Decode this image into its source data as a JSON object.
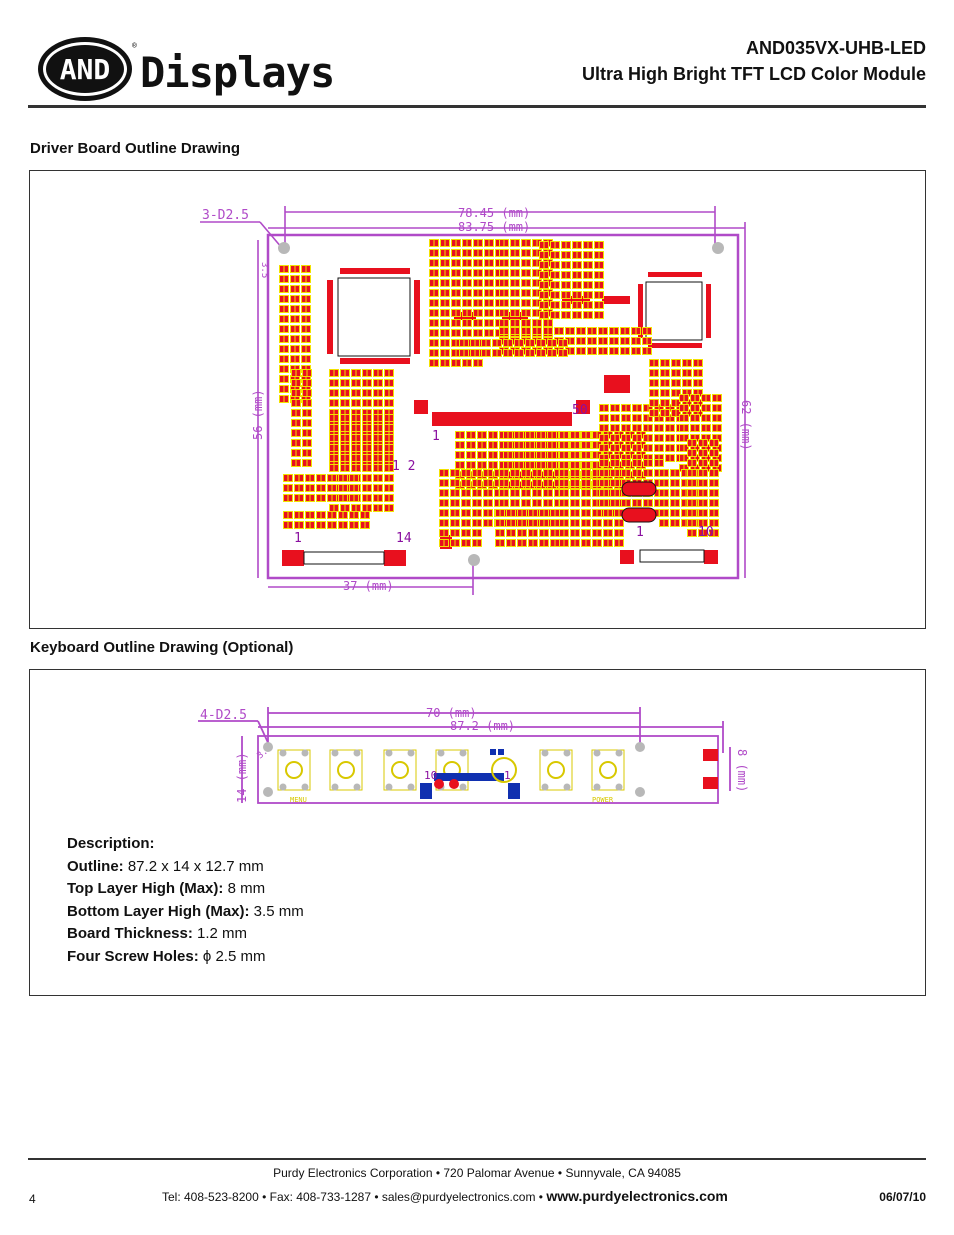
{
  "header": {
    "logo_and": "AND",
    "logo_registered": "®",
    "logo_displays": "Displays",
    "title_line1": "AND035VX-UHB-LED",
    "title_line2": "Ultra High Bright TFT LCD Color Module"
  },
  "driver_board": {
    "title": "Driver Board Outline Drawing",
    "labels": {
      "hole_spec": "3-D2.5",
      "width_outer": "78.45 (mm)",
      "width_inner": "83.75 (mm)",
      "height_left": "56 (mm)",
      "height_right": "62 (mm)",
      "bottom_dim": "37 (mm)",
      "small_dim": "3.5",
      "conn_left_start": "1",
      "conn_left_end": "14",
      "conn_right_start": "1",
      "conn_right_end": "10",
      "pin_50": "50",
      "pin_1": "1",
      "jumper": "1 2"
    }
  },
  "keyboard": {
    "title": "Keyboard Outline Drawing (Optional)",
    "labels": {
      "hole_spec": "4-D2.5",
      "width_outer": "70 (mm)",
      "width_inner": "87.2 (mm)",
      "height_left": "14 (mm)",
      "height_right": "8 (mm)",
      "small_dim": "3.5",
      "conn_start": "10",
      "conn_end": "1",
      "key_menu": "MENU",
      "key_power": "POWER"
    }
  },
  "description": {
    "heading": "Description:",
    "items": [
      {
        "label": "Outline:",
        "value": " 87.2 x 14 x 12.7 mm"
      },
      {
        "label": "Top Layer High (Max):",
        "value": " 8 mm"
      },
      {
        "label": "Bottom Layer High (Max):",
        "value": " 3.5 mm"
      },
      {
        "label": "Board Thickness:",
        "value": " 1.2 mm"
      },
      {
        "label": "Four Screw Holes:",
        "value": " ϕ 2.5 mm"
      }
    ]
  },
  "footer": {
    "line1": "Purdy Electronics Corporation  •  720 Palomar Avenue  •  Sunnyvale,  CA 94085",
    "line2": "Tel: 408-523-8200  •  Fax: 408-733-1287  •  sales@purdyelectronics.com  •  ",
    "website": "www.purdyelectronics.com",
    "page_number": "4",
    "date": "06/07/10"
  },
  "colors": {
    "pcb_outline": "#b04ac8",
    "pad_red": "#e8101e",
    "silk_yellow": "#f2e200",
    "hole_gray": "#b8b8b8"
  }
}
